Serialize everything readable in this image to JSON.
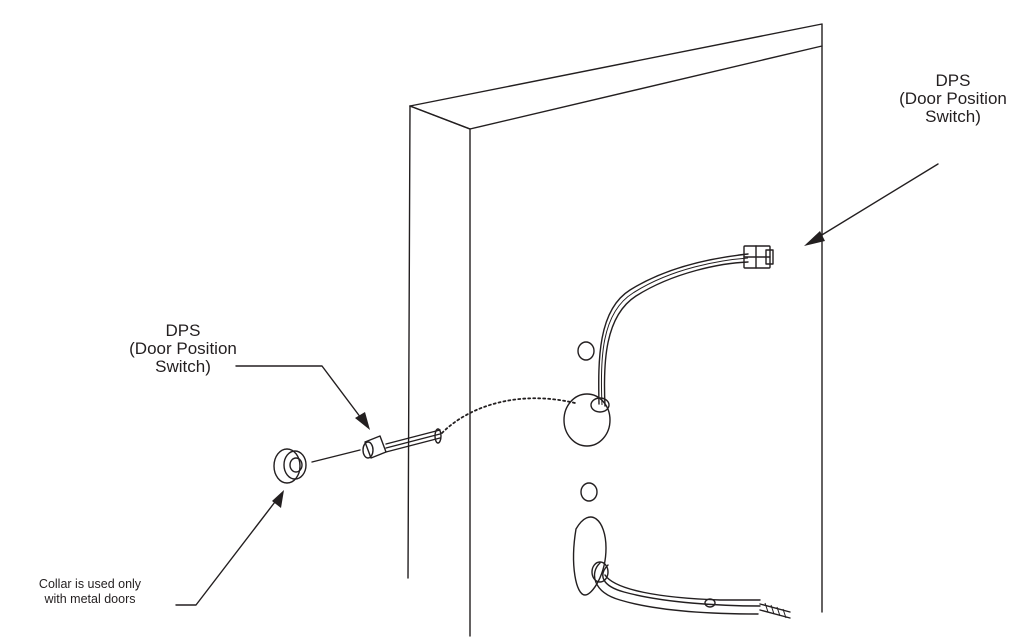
{
  "labels": {
    "dps_right": {
      "line1": "DPS",
      "line2": "(Door Position",
      "line3": "Switch)"
    },
    "dps_left": {
      "line1": "DPS",
      "line2": "(Door Position",
      "line3": "Switch)"
    },
    "collar": {
      "line1": "Collar is used only",
      "line2": "with metal doors"
    }
  },
  "colors": {
    "line": "#231f20",
    "background": "#ffffff"
  }
}
